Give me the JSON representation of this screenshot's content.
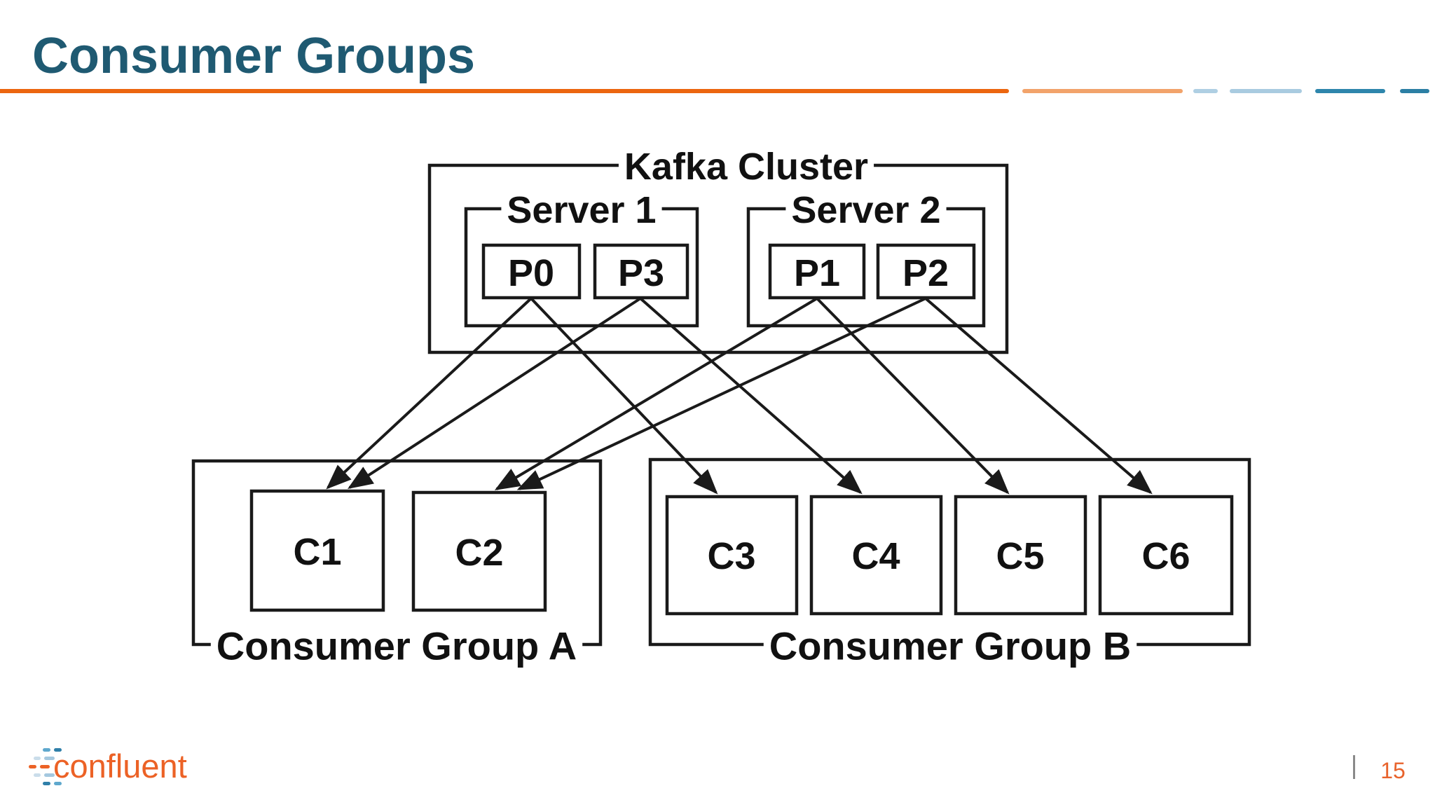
{
  "slide": {
    "title": "Consumer Groups",
    "brand": "confluent",
    "footer_separator": "|",
    "page_number": "15"
  },
  "theme": {
    "title_color": "#1F5A72",
    "rule_segments": [
      "#EC660F",
      "#F2A36B",
      "#AFCFE3",
      "#A9CBE0",
      "#2E86AC",
      "#2C7FA4"
    ],
    "diagram_ink": "#1A1A1A",
    "brand_orange": "#EC6226",
    "brand_blue": "#2F7FA9",
    "brand_light_blue": "#A4C8DF",
    "page_number_color": "#E8632C"
  },
  "diagram": {
    "cluster_label": "Kafka Cluster",
    "servers": [
      {
        "label": "Server 1",
        "partitions": [
          "P0",
          "P3"
        ]
      },
      {
        "label": "Server 2",
        "partitions": [
          "P1",
          "P2"
        ]
      }
    ],
    "consumer_groups": [
      {
        "label": "Consumer Group A",
        "consumers": [
          "C1",
          "C2"
        ]
      },
      {
        "label": "Consumer Group B",
        "consumers": [
          "C3",
          "C4",
          "C5",
          "C6"
        ]
      }
    ],
    "assignments": [
      {
        "partition": "P0",
        "consumer": "C1"
      },
      {
        "partition": "P0",
        "consumer": "C3"
      },
      {
        "partition": "P3",
        "consumer": "C1"
      },
      {
        "partition": "P3",
        "consumer": "C4"
      },
      {
        "partition": "P1",
        "consumer": "C2"
      },
      {
        "partition": "P1",
        "consumer": "C5"
      },
      {
        "partition": "P2",
        "consumer": "C2"
      },
      {
        "partition": "P2",
        "consumer": "C6"
      }
    ]
  }
}
